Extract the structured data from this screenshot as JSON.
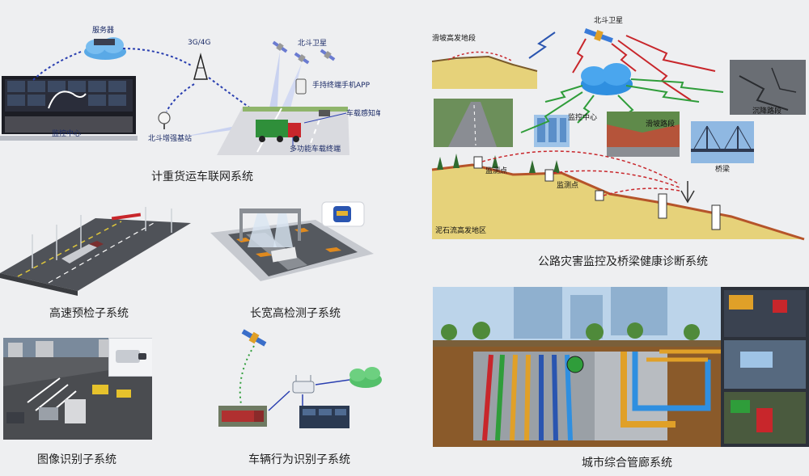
{
  "panels": {
    "vehicle_network": {
      "caption": "计重货运车联网系统",
      "labels": {
        "server": "服务器",
        "monitor_center": "监控中心",
        "network": "3G/4G",
        "beidou": "北斗卫星",
        "base_station": "北斗增强基站",
        "handheld_app": "手持终端手机APP",
        "vehicle_unit": "车载感知单元",
        "multi_terminal": "多功能车载终端"
      }
    },
    "highway_precheck": {
      "caption": "高速预检子系统"
    },
    "length_width_height": {
      "caption": "长宽高检测子系统"
    },
    "image_recognition": {
      "caption": "图像识别子系统"
    },
    "vehicle_behavior": {
      "caption": "车辆行为识别子系统"
    },
    "disaster_monitoring": {
      "caption": "公路灾害监控及桥梁健康诊断系统",
      "labels": {
        "beidou": "北斗卫星",
        "landslide_area": "滑坡高发地段",
        "monitor_center": "监控中心",
        "landslide_section": "滑坡路段",
        "subsidence": "沉降路段",
        "bridge": "桥梁",
        "monitor_point_1": "监测点",
        "monitor_point_2": "监测点",
        "debris_area": "泥石流高发地区"
      }
    },
    "utility_tunnel": {
      "caption": "城市综合管廊系统"
    }
  },
  "colors": {
    "background": "#eeeff1",
    "label_blue": "#1a2a66",
    "cloud_blue": "#2f8fe0",
    "link_dotted": "#2a3fb0",
    "signal_red": "#c8262b",
    "signal_green": "#2f9d3a",
    "terrain": "#e6d27a"
  }
}
